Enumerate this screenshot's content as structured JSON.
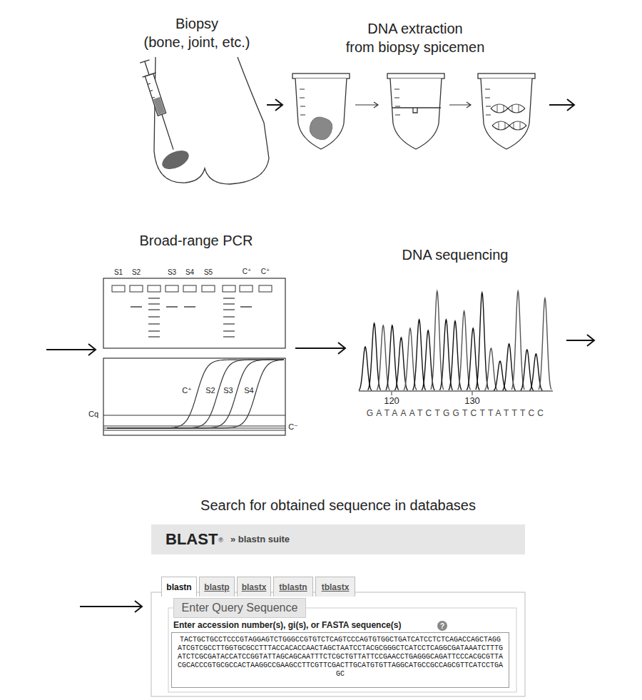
{
  "diagram": {
    "nodes": [
      {
        "text": [
          "Biopsy",
          "(bone, joint, etc.)"
        ]
      },
      {
        "text": [
          "DNA extraction",
          "from biopsy spicemen"
        ]
      },
      {
        "text": [
          "Broad-range PCR"
        ]
      },
      {
        "text": [
          "DNA sequencing"
        ]
      },
      {
        "text": [
          "Search for obtained sequence in databases"
        ]
      },
      {
        "text": [
          "BLAST",
          "®",
          "» blastn suite"
        ],
        "in": 4
      },
      {
        "text": [
          "blastn"
        ],
        "in": 4
      },
      {
        "text": [
          "blastp"
        ],
        "in": 4
      },
      {
        "text": [
          "blastx"
        ],
        "in": 4
      },
      {
        "text": [
          "tblastn"
        ],
        "in": 4
      },
      {
        "text": [
          "tblastx"
        ],
        "in": 4
      },
      {
        "text": [
          "Enter Query Sequence"
        ],
        "in": 4
      },
      {
        "text": [
          "TACTGCTGCCTCCCGTAGGAGTCTGGGCCGTGTCTCAGTCCCAGTGTGGCTGATCATCCTCTCAGACCAGCTAGG ATCGTCGCCTTGGTGCGCCTTTACCACACCAACTAGCTAATCCTACGCGGGCTCATCCTCAGGCGATAAATCTTTG ATCTCGCGATACCATCCGGTATTAGCAGCAATTTCTCGCTGTTATTCCGAACCTGAGGGCAGATTCCCACGCGTTA CGCACCCGTGCGCCACTAAGGCCGAAGCCTTCGTTCGACTTGCATGTGTTAGGCATGCCGCCAGCGTTCATCCTGA GC"
        ],
        "in": 4
      }
    ],
    "edges": [
      {
        "from": 0,
        "to": 1,
        "arrow": "to"
      },
      {
        "from": 1,
        "to": 2,
        "arrow": "to"
      },
      {
        "from": 2,
        "to": 3,
        "arrow": "to"
      },
      {
        "from": 3,
        "to": 4,
        "arrow": "to"
      }
    ],
    "labels": [
      "S1",
      "S2",
      "S3",
      "S4",
      "S5",
      "C⁺",
      "C⁺",
      "C⁺",
      "S2",
      "S3",
      "S4",
      "Cq",
      "C⁻",
      "120",
      "130",
      "GATAAATCTGGTCTTATTTCC",
      "Enter accession number(s), gi(s), or FASTA sequence(s)",
      "?"
    ]
  }
}
